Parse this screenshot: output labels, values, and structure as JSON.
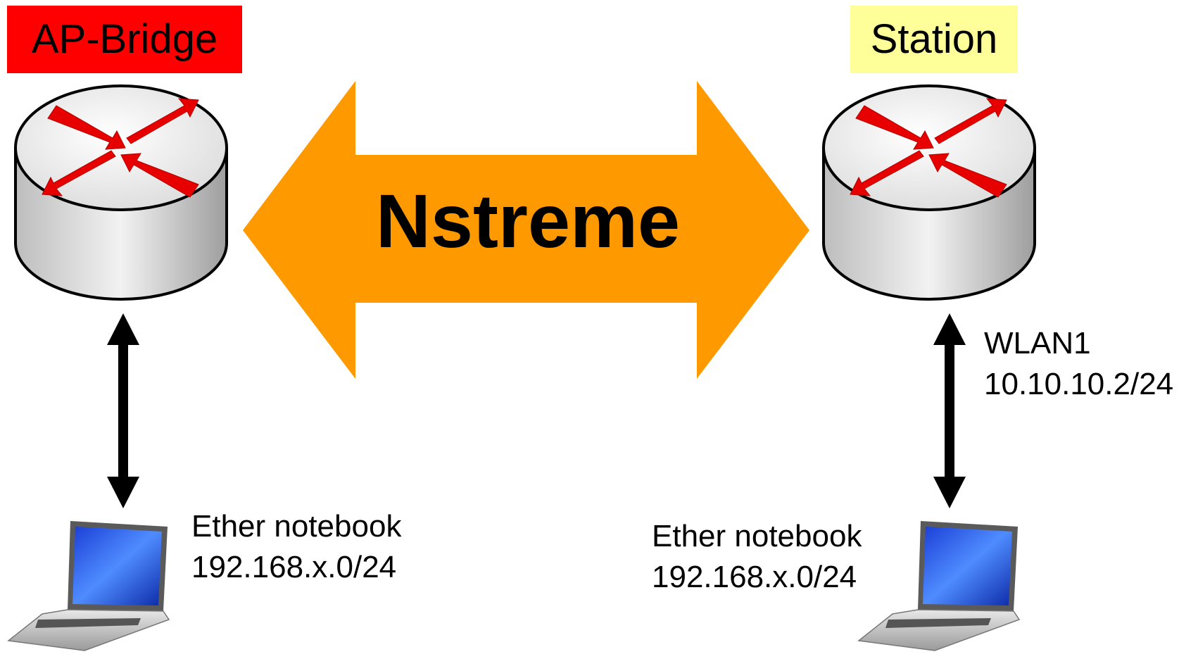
{
  "link": {
    "label": "Nstreme",
    "color": "#ff9900"
  },
  "ap_bridge": {
    "label": "AP-Bridge",
    "label_bg": "#ff0000",
    "icon": "router-icon",
    "client": {
      "line1": "Ether notebook",
      "line2": "192.168.x.0/24",
      "icon": "laptop-icon"
    }
  },
  "station": {
    "label": "Station",
    "label_bg": "#ffff99",
    "icon": "router-icon",
    "interface": {
      "line1": "WLAN1",
      "line2": "10.10.10.2/24"
    },
    "client": {
      "line1": "Ether notebook",
      "line2": "192.168.x.0/24",
      "icon": "laptop-icon"
    }
  }
}
